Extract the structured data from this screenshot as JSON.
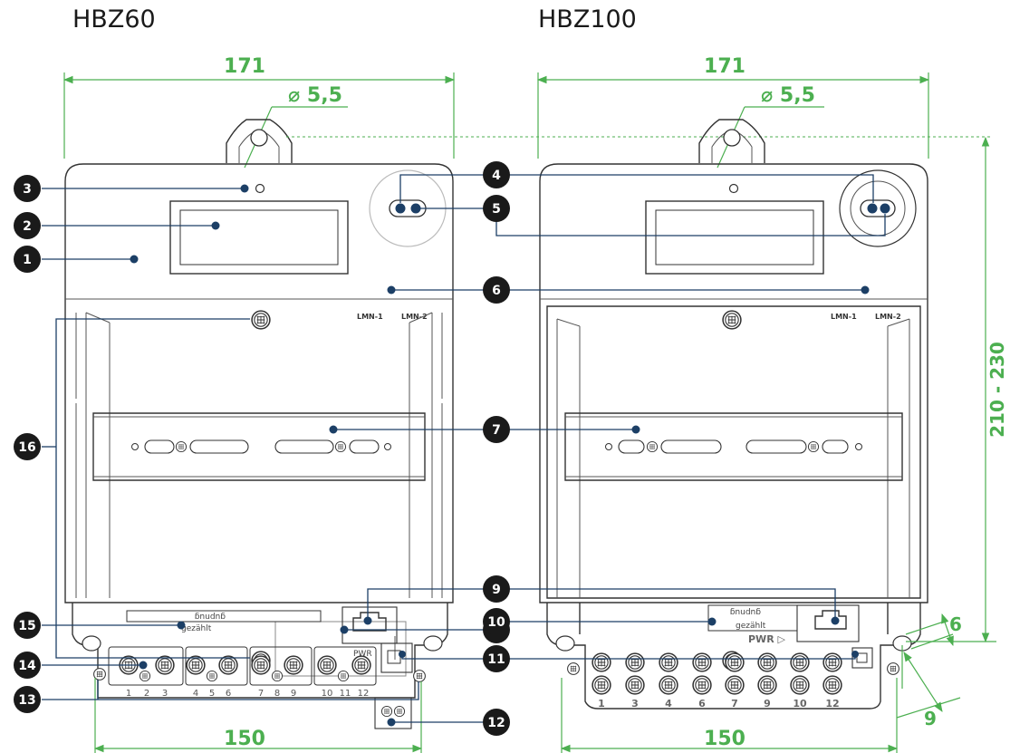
{
  "models": {
    "left": "HBZ60",
    "right": "HBZ100"
  },
  "dimensions": {
    "width_top": "171",
    "width_bottom": "150",
    "hole_diameter": "⌀ 5,5",
    "height_range": "210 - 230",
    "edge_offset": "6",
    "edge_depth": "9"
  },
  "labels": {
    "lmn1": "LMN-1",
    "lmn2": "LMN-2",
    "pwr": "PWR",
    "pwr_arrow": "PWR ▷",
    "plate_top": "gupnug",
    "plate_bottom": "gezählt"
  },
  "callouts": [
    "1",
    "2",
    "3",
    "4",
    "5",
    "6",
    "7",
    "8",
    "9",
    "10",
    "11",
    "12",
    "13",
    "14",
    "15",
    "16"
  ],
  "terminals_left": [
    "1",
    "2",
    "3",
    "4",
    "5",
    "6",
    "7",
    "8",
    "9",
    "10",
    "11",
    "12"
  ],
  "terminals_right": [
    "1",
    "3",
    "4",
    "6",
    "7",
    "9",
    "10",
    "12"
  ],
  "colors": {
    "dimension": "#4caf50",
    "leader": "#1c3f66",
    "callout": "#1a1a1a"
  }
}
